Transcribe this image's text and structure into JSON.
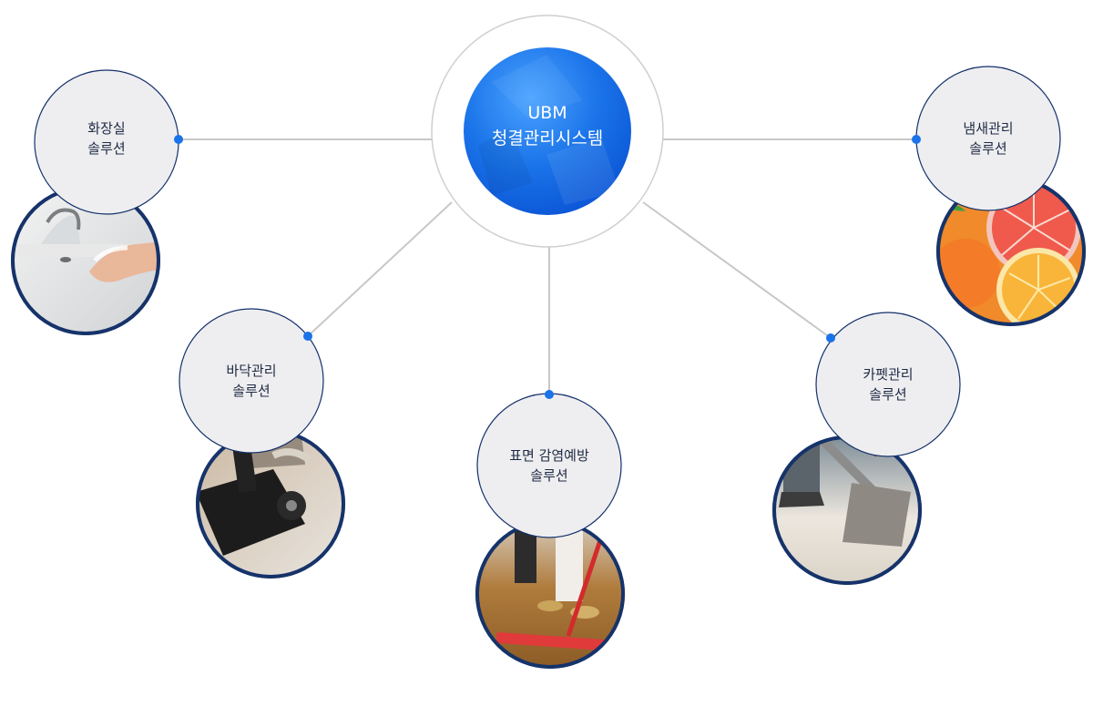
{
  "hub": {
    "line1": "UBM",
    "line2": "청결관리시스템"
  },
  "nodes": [
    {
      "id": "restroom",
      "line1": "화장실",
      "line2": "솔루션",
      "photo": "sink-handwash"
    },
    {
      "id": "floor",
      "line1": "바닥관리",
      "line2": "솔루션",
      "photo": "floor-scrubber"
    },
    {
      "id": "surface",
      "line1": "표면 감염예방",
      "line2": "솔루션",
      "photo": "mop"
    },
    {
      "id": "carpet",
      "line1": "카펫관리",
      "line2": "솔루션",
      "photo": "carpet-extractor"
    },
    {
      "id": "odor",
      "line1": "냄새관리",
      "line2": "솔루션",
      "photo": "citrus"
    }
  ],
  "colors": {
    "accent": "#1a73e8",
    "ring": "#13306b",
    "node_fill": "#eeeef0",
    "line": "#c8c8c8"
  }
}
